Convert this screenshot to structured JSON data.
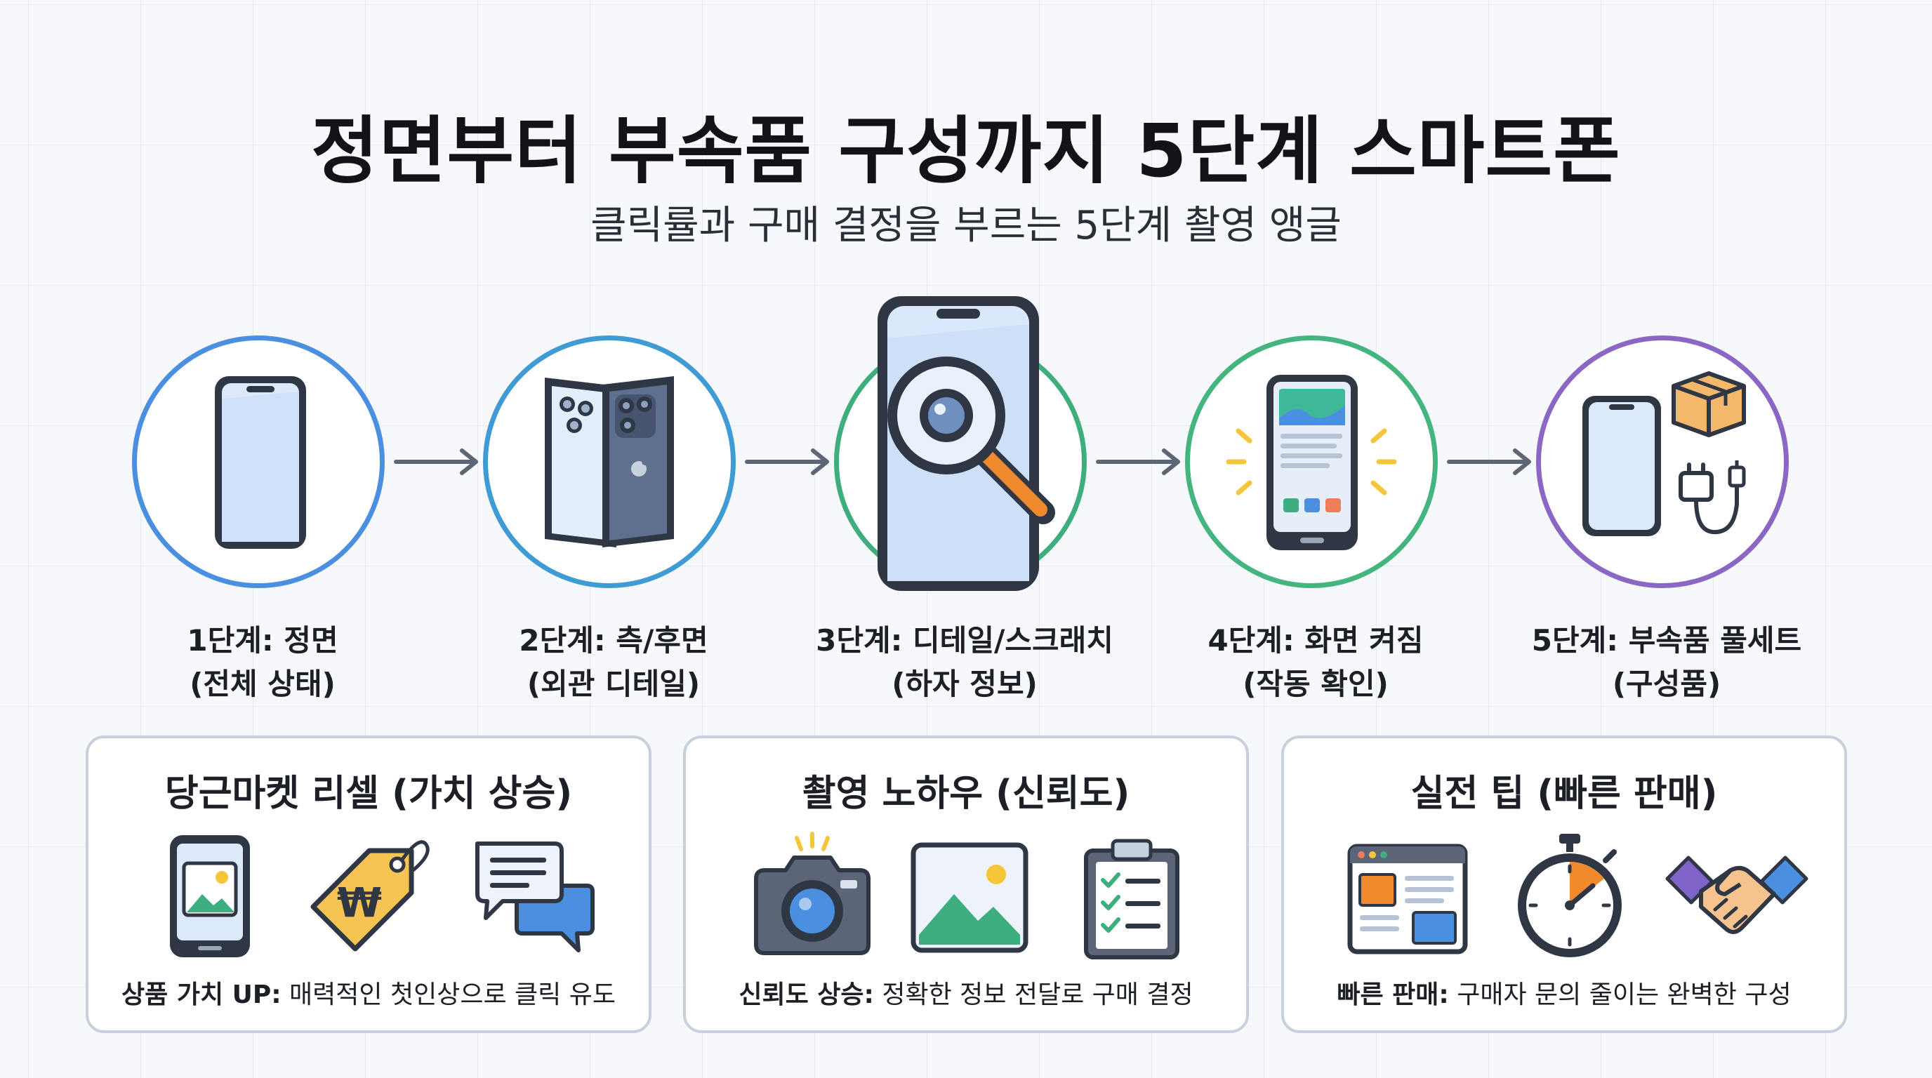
{
  "header": {
    "title": "정면부터 부속품 구성까지 5단계 스마트폰",
    "subtitle": "클릭률과 구매 결정을 부르는 5단계 촬영 앵글"
  },
  "steps": [
    {
      "line1": "1단계: 정면",
      "line2": "(전체 상태)",
      "color": "#4a8fe0"
    },
    {
      "line1": "2단계: 측/후면",
      "line2": "(외관 디테일)",
      "color": "#3f9bd4"
    },
    {
      "line1": "3단계: 디테일/스크래치",
      "line2": "(하자 정보)",
      "color": "#3fae7e"
    },
    {
      "line1": "4단계: 화면 켜짐",
      "line2": "(작동 확인)",
      "color": "#44b57f"
    },
    {
      "line1": "5단계: 부속품 풀세트",
      "line2": "(구성품)",
      "color": "#8a67c4"
    }
  ],
  "cards": [
    {
      "title": "당근마켓 리셀 (가치 상승)",
      "foot_bold": "상품 가치 UP:",
      "foot_text": " 매력적인 첫인상으로 클릭 유도",
      "icons": [
        "phone-photo-icon",
        "price-tag-won-icon",
        "chat-bubbles-icon"
      ],
      "tag_symbol": "₩"
    },
    {
      "title": "촬영 노하우 (신뢰도)",
      "foot_bold": "신뢰도 상승:",
      "foot_text": " 정확한 정보 전달로 구매 결정",
      "icons": [
        "camera-icon",
        "landscape-photo-icon",
        "checklist-clipboard-icon"
      ]
    },
    {
      "title": "실전 팁 (빠른 판매)",
      "foot_bold": "빠른 판매:",
      "foot_text": " 구매자 문의 줄이는 완벽한 구성",
      "icons": [
        "browser-window-icon",
        "stopwatch-icon",
        "handshake-icon"
      ]
    }
  ],
  "colors": {
    "accent_blue": "#4a8fe0",
    "accent_green": "#3fae7e",
    "accent_purple": "#8a67c4",
    "magnifier_orange": "#f08a2c",
    "tag_yellow": "#f6c452"
  }
}
